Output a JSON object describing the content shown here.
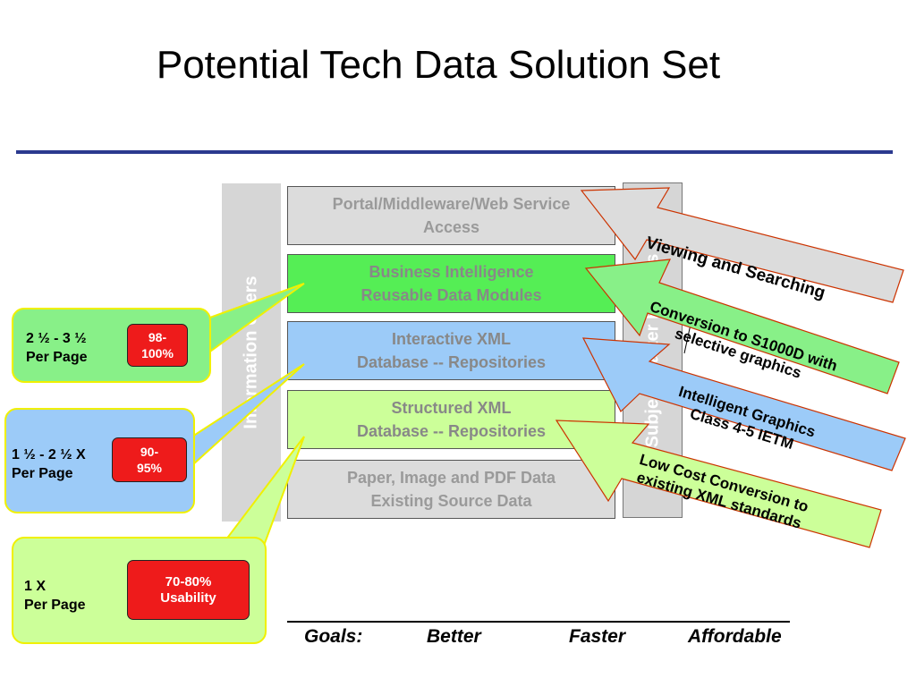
{
  "slide": {
    "title": "Potential Tech Data Solution Set"
  },
  "sidebars": {
    "left": "Information  Users",
    "right": "Subject Matter Experts"
  },
  "layers": [
    {
      "line1": "Portal/Middleware/Web Service",
      "line2": "Access",
      "color": "#dcdcdc",
      "text_color": "#9a9a9a"
    },
    {
      "line1": "Business Intelligence",
      "line2": "Reusable Data Modules",
      "color": "#55ee55",
      "text_color": "#888888"
    },
    {
      "line1": "Interactive XML",
      "line2": "Database -- Repositories",
      "color": "#9ccbf8",
      "text_color": "#888888"
    },
    {
      "line1": "Structured XML",
      "line2": "Database -- Repositories",
      "color": "#ccff99",
      "text_color": "#888888"
    },
    {
      "line1": "Paper, Image and PDF Data",
      "line2": "Existing Source Data",
      "color": "#dcdcdc",
      "text_color": "#9a9a9a"
    }
  ],
  "callouts": [
    {
      "line1": "2 ½ - 3 ½",
      "line2": "Per Page",
      "badge1": "98-",
      "badge2": "100%",
      "color": "#88f088"
    },
    {
      "line1": "1 ½ - 2 ½ X",
      "line2": "Per Page",
      "badge1": "90-",
      "badge2": "95%",
      "color": "#9ccbf8"
    },
    {
      "line1": "1 X",
      "line2": "Per Page",
      "badge1": "70-80%",
      "badge2": "Usability",
      "color": "#ccff99"
    }
  ],
  "arrows": [
    {
      "line1": "Viewing and Searching",
      "line2": "",
      "color": "#dcdcdc"
    },
    {
      "line1": "Conversion to S1000D with",
      "line2": "selective graphics",
      "color": "#88f088"
    },
    {
      "line1": "Intelligent Graphics",
      "line2": "Class 4-5 IETM",
      "color": "#9ccbf8"
    },
    {
      "line1": "Low Cost Conversion to",
      "line2": "existing XML standards",
      "color": "#ccff99"
    }
  ],
  "goals": {
    "label": "Goals:",
    "items": [
      "Better",
      "Faster",
      "Affordable"
    ]
  },
  "colors": {
    "rule": "#2b3a8f",
    "arrow_outline": "#cc3300",
    "badge": "#ee1b1b",
    "callout_border": "#f0f000"
  }
}
